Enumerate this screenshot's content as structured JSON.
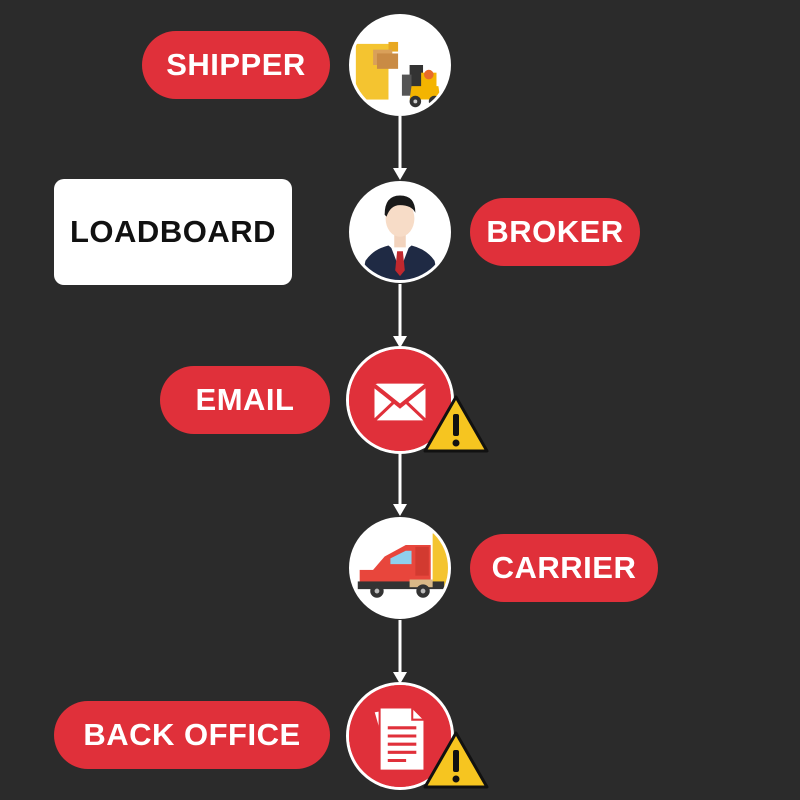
{
  "nodes": [
    {
      "label": "SHIPPER",
      "icon": "forklift-warehouse-icon"
    },
    {
      "label": "LOADBOARD",
      "icon": null
    },
    {
      "label": "BROKER",
      "icon": "businessman-icon"
    },
    {
      "label": "EMAIL",
      "icon": "envelope-icon",
      "warning": true
    },
    {
      "label": "CARRIER",
      "icon": "semi-truck-icon"
    },
    {
      "label": "BACK OFFICE",
      "icon": "documents-icon",
      "warning": true
    }
  ],
  "colors": {
    "background": "#2b2b2b",
    "pill": "#e0303a",
    "warning": "#f6c520",
    "text_light": "#ffffff",
    "text_dark": "#111111"
  },
  "labels": {
    "shipper": "SHIPPER",
    "loadboard": "LOADBOARD",
    "broker": "BROKER",
    "email": "EMAIL",
    "carrier": "CARRIER",
    "back_office": "BACK OFFICE"
  }
}
